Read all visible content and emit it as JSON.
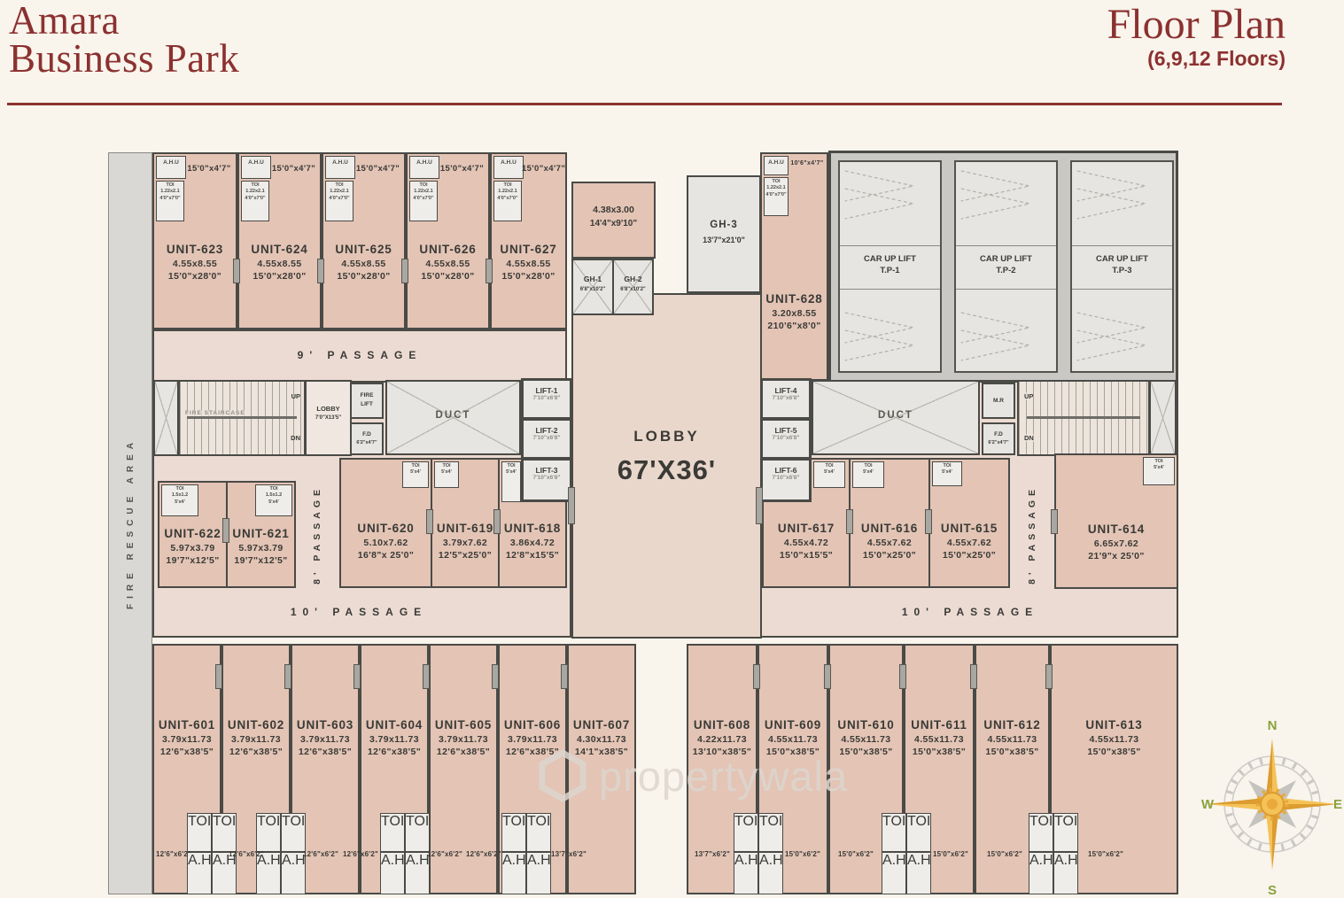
{
  "header": {
    "brand_line1": "Amara",
    "brand_line2": "Business Park",
    "title": "Floor Plan",
    "subtitle": "(6,9,12 Floors)"
  },
  "colors": {
    "accent_maroon": "#8b3130",
    "unit_fill": "#e3c4b5",
    "passage_fill": "#ecdbd2",
    "gray_fill": "#e6e5e1",
    "wall": "#4a4a46",
    "compass_gold": "#eaa93d",
    "compass_letter_green": "#8aa23e",
    "background": "#f9f4ec"
  },
  "plan": {
    "fire_rescue_label": "FIRE RESCUE AREA",
    "ahu_label": "A.H.U",
    "toi": {
      "label": "TOI",
      "dim_m": "1.22x2.1",
      "dim_ft": "4'0\"x7'0\""
    },
    "toi_small": {
      "label": "TOI",
      "dim_m": "1.5x1.2",
      "dim_ft": "5'x4'"
    },
    "passages": {
      "p9": "9' PASSAGE",
      "p10_left": "10' PASSAGE",
      "p10_right": "10' PASSAGE",
      "p8_left": "8' PASSAGE",
      "p8_right": "8' PASSAGE"
    },
    "lobby_main": {
      "name": "LOBBY",
      "dim": "67'X36'"
    },
    "core": {
      "fire_staircase": "FIRE STAIRCASE",
      "up_left": "UP",
      "dn_left": "DN",
      "up_right": "UP",
      "dn_right": "DN",
      "lobby_small_name": "LOBBY",
      "lobby_small_dim": "7'0\"X13'5\"",
      "fire_lift_line1": "FIRE",
      "fire_lift_line2": "LIFT",
      "fd_left_name": "F.D",
      "fd_left_dim": "6'2\"x4'7\"",
      "fd_right_name": "F.D",
      "fd_right_dim": "6'2\"x4'7\"",
      "duct_left": "DUCT",
      "duct_right": "DUCT",
      "mr": "M.R"
    },
    "lifts": [
      {
        "name": "LIFT-1",
        "dim": "7'10\"x6'8\""
      },
      {
        "name": "LIFT-2",
        "dim": "7'10\"x6'8\""
      },
      {
        "name": "LIFT-3",
        "dim": "7'10\"x6'8\""
      },
      {
        "name": "LIFT-4",
        "dim": "7'10\"x6'8\""
      },
      {
        "name": "LIFT-5",
        "dim": "7'10\"x6'8\""
      },
      {
        "name": "LIFT-6",
        "dim": "7'10\"x6'8\""
      }
    ],
    "gh": {
      "room_top": {
        "dim_m": "4.38x3.00",
        "dim_ft": "14'4\"x9'10\""
      },
      "gh1": {
        "name": "GH-1",
        "dim": "6'8\"x10'2\""
      },
      "gh2": {
        "name": "GH-2",
        "dim": "6'8\"x10'2\""
      },
      "gh3": {
        "name": "GH-3",
        "dim": "13'7\"x21'0\""
      }
    },
    "car_lifts": [
      {
        "line1": "CAR UP LIFT",
        "line2": "T.P-1"
      },
      {
        "line1": "CAR UP LIFT",
        "line2": "T.P-2"
      },
      {
        "line1": "CAR UP LIFT",
        "line2": "T.P-3"
      }
    ],
    "top_units": [
      {
        "name": "UNIT-623",
        "dim_m": "4.55x8.55",
        "dim_ft": "15'0\"x28'0\"",
        "top_dim": "15'0\"x4'7\""
      },
      {
        "name": "UNIT-624",
        "dim_m": "4.55x8.55",
        "dim_ft": "15'0\"x28'0\"",
        "top_dim": "15'0\"x4'7\""
      },
      {
        "name": "UNIT-625",
        "dim_m": "4.55x8.55",
        "dim_ft": "15'0\"x28'0\"",
        "top_dim": "15'0\"x4'7\""
      },
      {
        "name": "UNIT-626",
        "dim_m": "4.55x8.55",
        "dim_ft": "15'0\"x28'0\"",
        "top_dim": "15'0\"x4'7\""
      },
      {
        "name": "UNIT-627",
        "dim_m": "4.55x8.55",
        "dim_ft": "15'0\"x28'0\"",
        "top_dim": "15'0\"x4'7\""
      },
      {
        "name": "UNIT-628",
        "dim_m": "3.20x8.55",
        "dim_ft": "210'6\"x8'0\"",
        "top_dim": "10'6\"x4'7\""
      }
    ],
    "mid_units": [
      {
        "name": "UNIT-622",
        "dim_m": "5.97x3.79",
        "dim_ft": "19'7\"x12'5\""
      },
      {
        "name": "UNIT-621",
        "dim_m": "5.97x3.79",
        "dim_ft": "19'7\"x12'5\""
      },
      {
        "name": "UNIT-620",
        "dim_m": "5.10x7.62",
        "dim_ft": "16'8\"x 25'0\""
      },
      {
        "name": "UNIT-619",
        "dim_m": "3.79x7.62",
        "dim_ft": "12'5\"x25'0\""
      },
      {
        "name": "UNIT-618",
        "dim_m": "3.86x4.72",
        "dim_ft": "12'8\"x15'5\""
      },
      {
        "name": "UNIT-617",
        "dim_m": "4.55x4.72",
        "dim_ft": "15'0\"x15'5\""
      },
      {
        "name": "UNIT-616",
        "dim_m": "4.55x7.62",
        "dim_ft": "15'0\"x25'0\""
      },
      {
        "name": "UNIT-615",
        "dim_m": "4.55x7.62",
        "dim_ft": "15'0\"x25'0\""
      },
      {
        "name": "UNIT-614",
        "dim_m": "6.65x7.62",
        "dim_ft": "21'9\"x 25'0\""
      }
    ],
    "bottom_units": [
      {
        "name": "UNIT-601",
        "dim_m": "3.79x11.73",
        "dim_ft": "12'6\"x38'5\""
      },
      {
        "name": "UNIT-602",
        "dim_m": "3.79x11.73",
        "dim_ft": "12'6\"x38'5\""
      },
      {
        "name": "UNIT-603",
        "dim_m": "3.79x11.73",
        "dim_ft": "12'6\"x38'5\""
      },
      {
        "name": "UNIT-604",
        "dim_m": "3.79x11.73",
        "dim_ft": "12'6\"x38'5\""
      },
      {
        "name": "UNIT-605",
        "dim_m": "3.79x11.73",
        "dim_ft": "12'6\"x38'5\""
      },
      {
        "name": "UNIT-606",
        "dim_m": "3.79x11.73",
        "dim_ft": "12'6\"x38'5\""
      },
      {
        "name": "UNIT-607",
        "dim_m": "4.30x11.73",
        "dim_ft": "14'1\"x38'5\""
      },
      {
        "name": "UNIT-608",
        "dim_m": "4.22x11.73",
        "dim_ft": "13'10\"x38'5\""
      },
      {
        "name": "UNIT-609",
        "dim_m": "4.55x11.73",
        "dim_ft": "15'0\"x38'5\""
      },
      {
        "name": "UNIT-610",
        "dim_m": "4.55x11.73",
        "dim_ft": "15'0\"x38'5\""
      },
      {
        "name": "UNIT-611",
        "dim_m": "4.55x11.73",
        "dim_ft": "15'0\"x38'5\""
      },
      {
        "name": "UNIT-612",
        "dim_m": "4.55x11.73",
        "dim_ft": "15'0\"x38'5\""
      },
      {
        "name": "UNIT-613",
        "dim_m": "4.55x11.73",
        "dim_ft": "15'0\"x38'5\""
      }
    ],
    "bottom_dims_left": [
      "12'6\"x6'2\"",
      "12'6\"x6'2\"",
      "12'6\"x6'2\"",
      "12'6\"x6'2\"",
      "12'6\"x6'2\"",
      "12'6\"x6'2\"",
      "13'7\"x6'2\""
    ],
    "bottom_dims_right": [
      "13'7\"x6'2\"",
      "15'0\"x6'2\"",
      "15'0\"x6'2\"",
      "15'0\"x6'2\"",
      "15'0\"x6'2\"",
      "15'0\"x6'2\""
    ]
  },
  "compass": {
    "n": "N",
    "e": "E",
    "s": "S",
    "w": "W"
  },
  "watermark": "propertywala"
}
